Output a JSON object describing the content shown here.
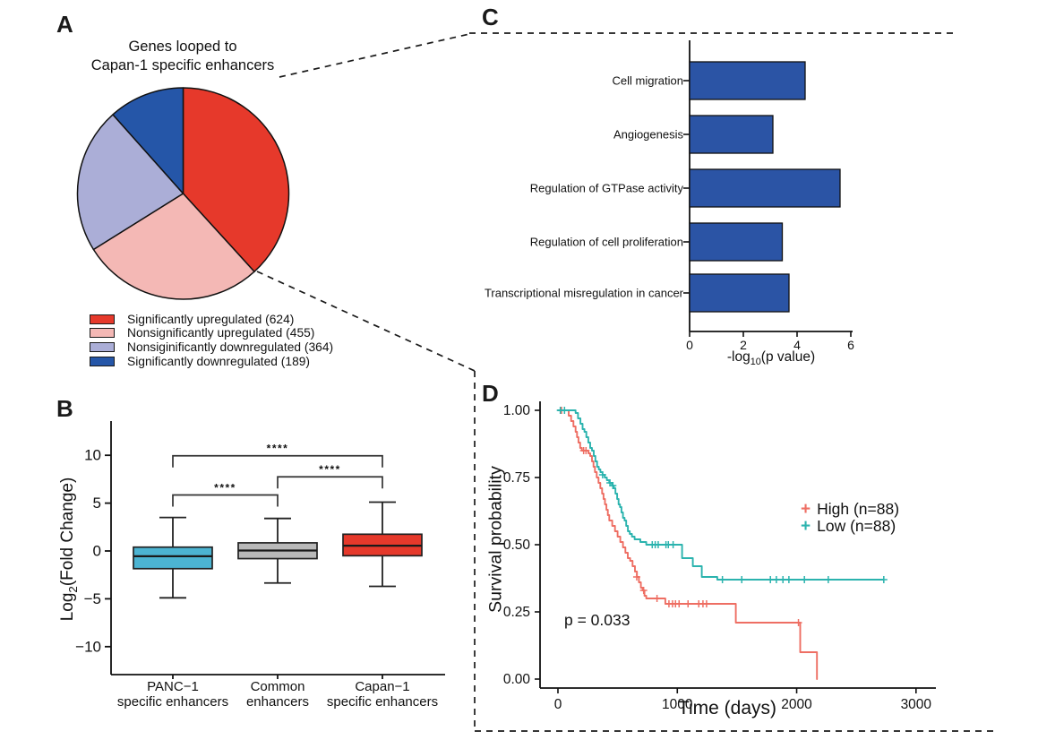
{
  "panels": {
    "a": {
      "label": "A",
      "title_line1": "Genes looped to",
      "title_line2": "Capan-1 specific enhancers"
    },
    "b": {
      "label": "B"
    },
    "c": {
      "label": "C"
    },
    "d": {
      "label": "D"
    }
  },
  "chart_data": [
    {
      "id": "pie",
      "type": "pie",
      "title": "Genes looped to Capan-1 specific enhancers",
      "start_angle_deg": 0,
      "direction": "clockwise",
      "legend_position": "bottom-left",
      "slices": [
        {
          "label": "Significantly upregulated (624)",
          "value": 624,
          "color": "#e6392b"
        },
        {
          "label": "Nonsignificantly upregulated (455)",
          "value": 455,
          "color": "#f4b8b5"
        },
        {
          "label": "Nonsiginificantly downregulated (364)",
          "value": 364,
          "color": "#abaed7"
        },
        {
          "label": "Significantly downregulated (189)",
          "value": 189,
          "color": "#2556a8"
        }
      ]
    },
    {
      "id": "box",
      "type": "box",
      "ylabel_parts": [
        "Log",
        "2",
        "(Fold Change)"
      ],
      "yticks": [
        "10",
        "5",
        "0",
        "−5",
        "−10"
      ],
      "ytick_values": [
        10,
        5,
        0,
        -5,
        -10
      ],
      "ylim": [
        -13.5,
        13.5
      ],
      "categories": [
        [
          "PANC−1",
          "specific enhancers"
        ],
        [
          "Common",
          "enhancers"
        ],
        [
          "Capan−1",
          "specific enhancers"
        ]
      ],
      "boxes": [
        {
          "name": "PANC-1 specific enhancers",
          "color": "#4cb4d2",
          "whisker_low": -4.9,
          "q1": -1.85,
          "median": -0.55,
          "q3": 0.4,
          "whisker_high": 3.5
        },
        {
          "name": "Common enhancers",
          "color": "#b9b9b9",
          "whisker_low": -3.35,
          "q1": -0.8,
          "median": 0.05,
          "q3": 0.85,
          "whisker_high": 3.4
        },
        {
          "name": "Capan-1 specific enhancers",
          "color": "#e6392b",
          "whisker_low": -3.7,
          "q1": -0.5,
          "median": 0.55,
          "q3": 1.75,
          "whisker_high": 5.1
        }
      ],
      "significance": [
        {
          "between": [
            0,
            1
          ],
          "y": 5.85,
          "label": "****"
        },
        {
          "between": [
            1,
            2
          ],
          "y": 7.75,
          "label": "****"
        },
        {
          "between": [
            0,
            2
          ],
          "y": 9.95,
          "label": "****"
        }
      ]
    },
    {
      "id": "bars",
      "type": "bar",
      "orientation": "horizontal",
      "bar_color": "#2b54a5",
      "categories": [
        "Cell migration",
        "Angiogenesis",
        "Regulation of GTPase activity",
        "Regulation of cell proliferation",
        "Transcriptional misregulation in cancer"
      ],
      "values": [
        4.3,
        3.1,
        5.6,
        3.45,
        3.7
      ],
      "xticks": [
        "0",
        "2",
        "4",
        "6"
      ],
      "xtick_values": [
        0,
        2,
        4,
        6
      ],
      "xlim": [
        0,
        6
      ],
      "xlabel_parts": [
        "-log",
        "10",
        "(p value)"
      ]
    },
    {
      "id": "km",
      "type": "line",
      "subtype": "kaplan-meier",
      "xlabel": "Time (days)",
      "ylabel": "Survival probability",
      "p_value_text": "p = 0.033",
      "xticks": [
        "0",
        "1000",
        "2000",
        "3000"
      ],
      "xtick_values": [
        0,
        1000,
        2000,
        3000
      ],
      "yticks": [
        "1.00",
        "0.75",
        "0.50",
        "0.25",
        "0.00"
      ],
      "ytick_values": [
        1.0,
        0.75,
        0.5,
        0.25,
        0.0
      ],
      "xlim": [
        0,
        3000
      ],
      "ylim": [
        0,
        1
      ],
      "legend_position": "right",
      "series": [
        {
          "name": "High (n=88)",
          "color": "#ee6e63",
          "steps": [
            [
              0,
              1.0
            ],
            [
              90,
              0.98
            ],
            [
              110,
              0.96
            ],
            [
              130,
              0.94
            ],
            [
              148,
              0.92
            ],
            [
              160,
              0.9
            ],
            [
              172,
              0.88
            ],
            [
              186,
              0.86
            ],
            [
              200,
              0.85
            ],
            [
              255,
              0.84
            ],
            [
              270,
              0.83
            ],
            [
              285,
              0.81
            ],
            [
              298,
              0.79
            ],
            [
              310,
              0.77
            ],
            [
              325,
              0.75
            ],
            [
              340,
              0.73
            ],
            [
              355,
              0.71
            ],
            [
              370,
              0.69
            ],
            [
              382,
              0.67
            ],
            [
              394,
              0.65
            ],
            [
              406,
              0.63
            ],
            [
              418,
              0.61
            ],
            [
              430,
              0.59
            ],
            [
              455,
              0.57
            ],
            [
              478,
              0.55
            ],
            [
              500,
              0.53
            ],
            [
              522,
              0.51
            ],
            [
              545,
              0.49
            ],
            [
              565,
              0.47
            ],
            [
              585,
              0.45
            ],
            [
              605,
              0.44
            ],
            [
              625,
              0.42
            ],
            [
              645,
              0.4
            ],
            [
              662,
              0.38
            ],
            [
              678,
              0.36
            ],
            [
              695,
              0.34
            ],
            [
              710,
              0.33
            ],
            [
              725,
              0.31
            ],
            [
              740,
              0.3
            ],
            [
              900,
              0.28
            ],
            [
              1490,
              0.21
            ],
            [
              2030,
              0.1
            ],
            [
              2170,
              0.0
            ]
          ],
          "censors": [
            [
              30,
              1.0
            ],
            [
              215,
              0.85
            ],
            [
              235,
              0.85
            ],
            [
              660,
              0.38
            ],
            [
              718,
              0.33
            ],
            [
              830,
              0.3
            ],
            [
              930,
              0.28
            ],
            [
              960,
              0.28
            ],
            [
              985,
              0.28
            ],
            [
              1015,
              0.28
            ],
            [
              1090,
              0.28
            ],
            [
              1180,
              0.28
            ],
            [
              1215,
              0.28
            ],
            [
              1245,
              0.28
            ],
            [
              2015,
              0.21
            ]
          ]
        },
        {
          "name": "Low (n=88)",
          "color": "#2bb3ae",
          "steps": [
            [
              0,
              1.0
            ],
            [
              148,
              0.99
            ],
            [
              168,
              0.97
            ],
            [
              188,
              0.95
            ],
            [
              206,
              0.93
            ],
            [
              222,
              0.92
            ],
            [
              238,
              0.9
            ],
            [
              254,
              0.88
            ],
            [
              270,
              0.86
            ],
            [
              285,
              0.85
            ],
            [
              300,
              0.83
            ],
            [
              314,
              0.81
            ],
            [
              328,
              0.79
            ],
            [
              342,
              0.78
            ],
            [
              356,
              0.77
            ],
            [
              374,
              0.76
            ],
            [
              392,
              0.75
            ],
            [
              410,
              0.74
            ],
            [
              430,
              0.73
            ],
            [
              452,
              0.72
            ],
            [
              468,
              0.71
            ],
            [
              482,
              0.69
            ],
            [
              496,
              0.67
            ],
            [
              508,
              0.65
            ],
            [
              520,
              0.64
            ],
            [
              532,
              0.62
            ],
            [
              545,
              0.6
            ],
            [
              558,
              0.59
            ],
            [
              572,
              0.57
            ],
            [
              586,
              0.55
            ],
            [
              602,
              0.54
            ],
            [
              620,
              0.53
            ],
            [
              642,
              0.52
            ],
            [
              690,
              0.51
            ],
            [
              740,
              0.5
            ],
            [
              1040,
              0.45
            ],
            [
              1130,
              0.42
            ],
            [
              1205,
              0.38
            ],
            [
              1335,
              0.37
            ],
            [
              2730,
              0.37
            ]
          ],
          "censors": [
            [
              20,
              1.0
            ],
            [
              55,
              1.0
            ],
            [
              374,
              0.76
            ],
            [
              436,
              0.73
            ],
            [
              460,
              0.72
            ],
            [
              790,
              0.5
            ],
            [
              815,
              0.5
            ],
            [
              840,
              0.5
            ],
            [
              905,
              0.5
            ],
            [
              925,
              0.5
            ],
            [
              965,
              0.5
            ],
            [
              1378,
              0.37
            ],
            [
              1540,
              0.37
            ],
            [
              1780,
              0.37
            ],
            [
              1830,
              0.37
            ],
            [
              1885,
              0.37
            ],
            [
              1935,
              0.37
            ],
            [
              2065,
              0.37
            ],
            [
              2265,
              0.37
            ],
            [
              2730,
              0.37
            ]
          ]
        }
      ]
    }
  ]
}
